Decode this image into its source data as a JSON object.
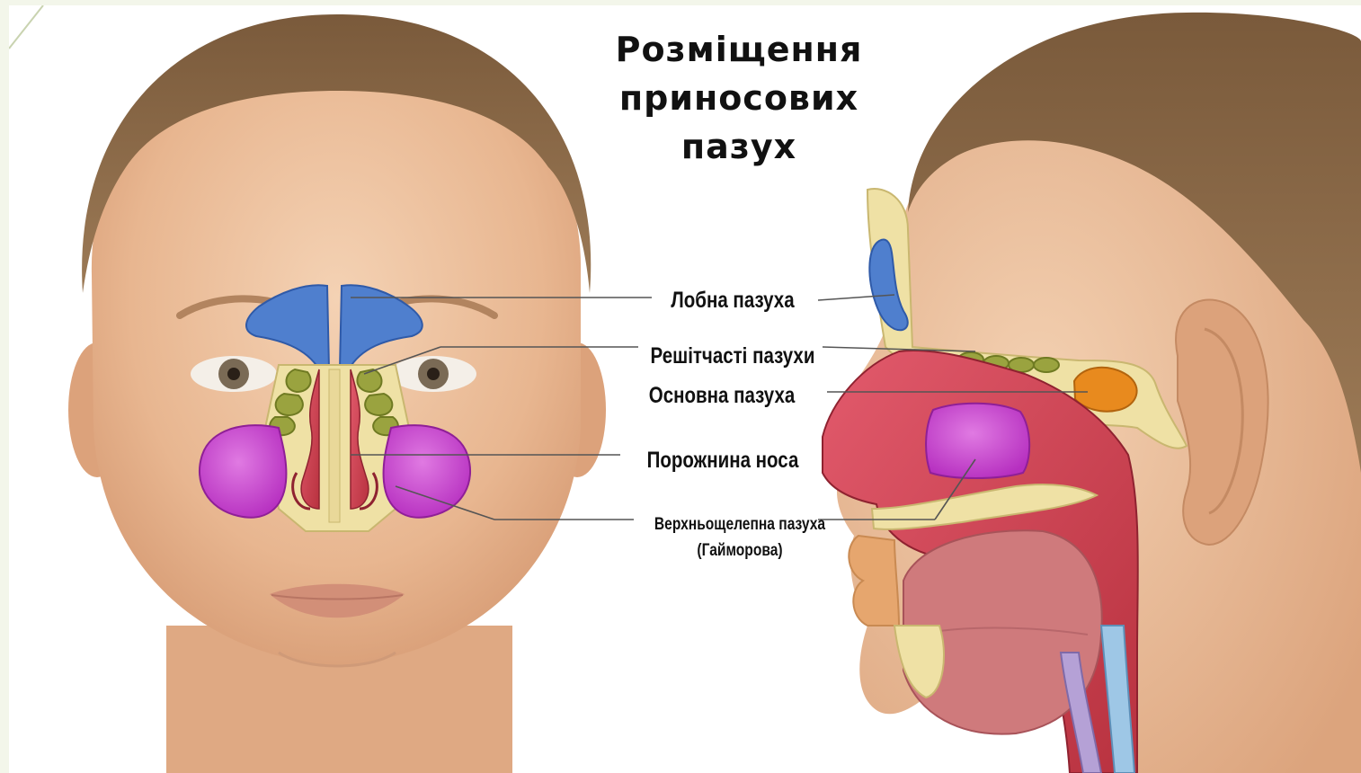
{
  "title": {
    "line1": "Розміщення",
    "line2": "приносових",
    "line3": "пазух"
  },
  "labels": {
    "frontal": "Лобна пазуха",
    "ethmoid": "Решітчасті пазухи",
    "sphenoid": "Основна пазуха",
    "nasal_cavity": "Порожнина носа",
    "maxillary": "Верхньощелепна пазуха",
    "maxillary_alt": "(Гайморова)"
  },
  "colors": {
    "frontal_sinus": "#4f7fce",
    "ethmoid_sinus": "#9aa33f",
    "sphenoid_sinus": "#e88a1e",
    "maxillary_sinus": "#c93fd0",
    "nasal_tissue": "#d9485e",
    "bone": "#efe1a5",
    "skin": "#e9b893",
    "hair": "#8a6a47"
  }
}
